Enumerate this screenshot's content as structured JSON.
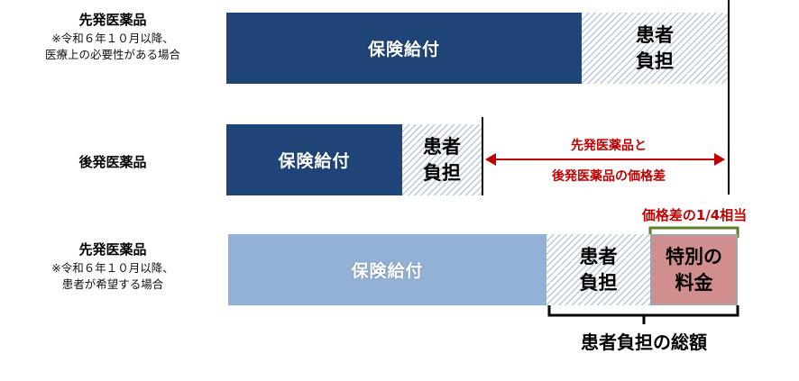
{
  "rows": [
    {
      "title": "先発医薬品",
      "note_lines": [
        "※令和６年１０月以降、",
        "医療上の必要性がある場合"
      ],
      "insurance_label": "保険給付",
      "copay_lines": [
        "患者",
        "負担"
      ]
    },
    {
      "title": "後発医薬品",
      "note_lines": [],
      "insurance_label": "保険給付",
      "copay_lines": [
        "患者",
        "負担"
      ]
    },
    {
      "title": "先発医薬品",
      "note_lines": [
        "※令和６年１０月以降、",
        "患者が希望する場合"
      ],
      "insurance_label": "保険給付",
      "copay_lines": [
        "患者",
        "負担"
      ],
      "special_fee_lines": [
        "特別の",
        "料金"
      ]
    }
  ],
  "annotations": {
    "price_gap_lines": [
      "先発医薬品と",
      "後発医薬品の価格差"
    ],
    "quarter_label": "価格差の1/4相当",
    "total_label": "患者負担の総額"
  },
  "colors": {
    "insurance_dark": "#1f4478",
    "insurance_light": "#93b1d6",
    "annotation_red": "#c00000",
    "special_fee": "#d08e8e",
    "bracket_green": "#5f7f2a"
  }
}
